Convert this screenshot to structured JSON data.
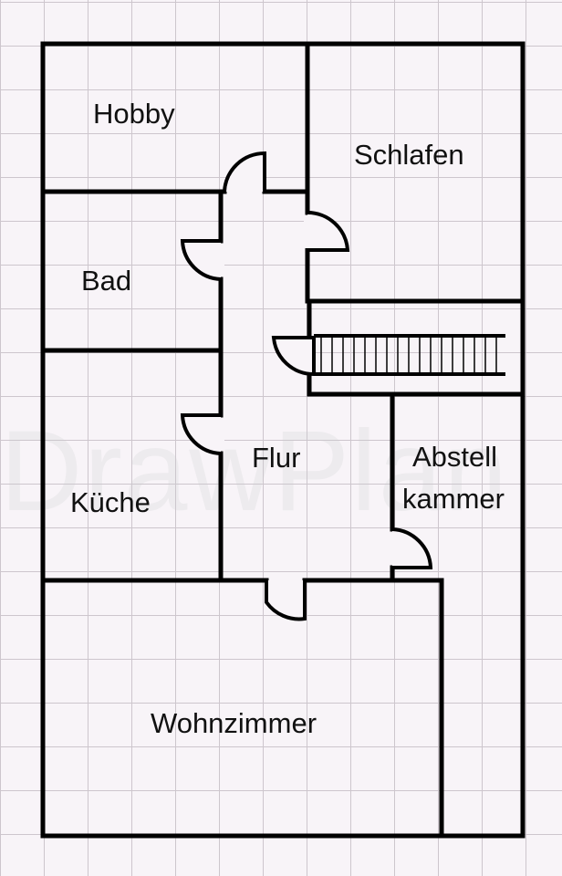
{
  "watermark": "DrawPlan",
  "rooms": {
    "hobby": "Hobby",
    "schlafen": "Schlafen",
    "bad": "Bad",
    "flur": "Flur",
    "abstell_line1": "Abstell",
    "abstell_line2": "kammer",
    "kueche": "Küche",
    "wohnzimmer": "Wohnzimmer"
  },
  "colors": {
    "background": "#f8f4f8",
    "grid": "#cdc6cd",
    "walls": "#000000"
  }
}
